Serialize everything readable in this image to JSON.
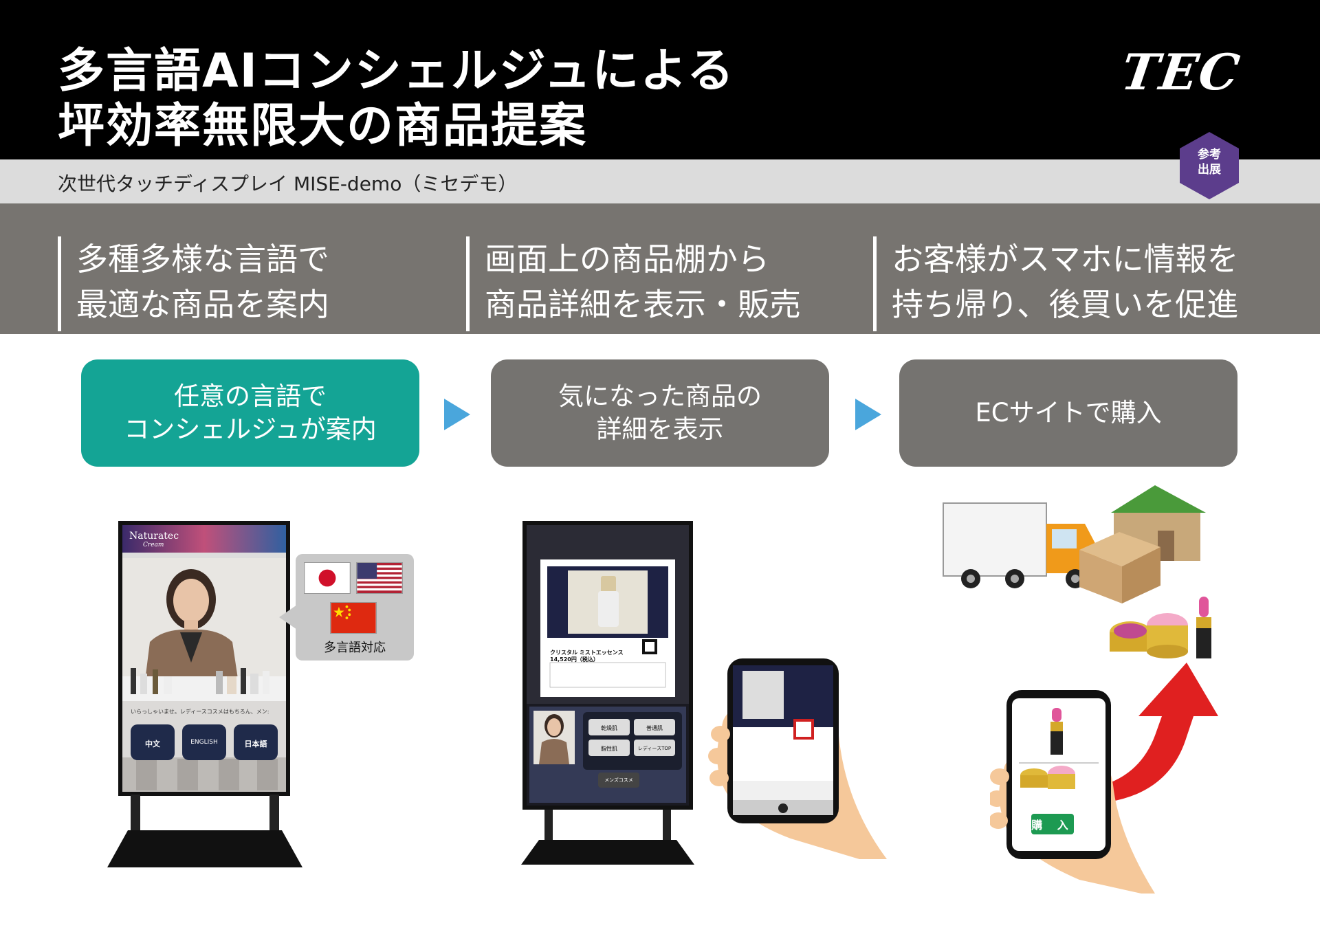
{
  "header": {
    "title_line1": "多言語AIコンシェルジュによる",
    "title_line2": "坪効率無限大の商品提案",
    "logo_text": "TEC",
    "badge_line1": "参考",
    "badge_line2": "出展",
    "subtitle": "次世代タッチディスプレイ MISE-demo（ミセデモ）"
  },
  "features": [
    {
      "line1": "多種多様な言語で",
      "line2": "最適な商品を案内"
    },
    {
      "line1": "画面上の商品棚から",
      "line2": "商品詳細を表示・販売"
    },
    {
      "line1": "お客様がスマホに情報を",
      "line2": "持ち帰り、後買いを促進"
    }
  ],
  "steps": [
    {
      "line1": "任意の言語で",
      "line2": "コンシェルジュが案内"
    },
    {
      "line1": "気になった商品の",
      "line2": "詳細を表示"
    },
    {
      "line1": "ECサイトで購入",
      "line2": ""
    }
  ],
  "kiosk1": {
    "brand": "Naturatec",
    "brand_sub": "Cream",
    "greeting": "いらっしゃいませ。レディースコスメはもちろん、メン:",
    "lang_buttons": [
      "中文",
      "ENGLISH",
      "日本語"
    ]
  },
  "bubble_label": "多言語対応",
  "kiosk2": {
    "product_name": "クリスタル ミストエッセンス",
    "price": "14,520円（税込）",
    "categories": [
      "乾燥肌",
      "普通肌",
      "脂性肌",
      "レディースTOP"
    ],
    "mens_button": "メンズコスメ"
  },
  "phone3": {
    "buy_label": "購 入"
  },
  "colors": {
    "teal": "#14a495",
    "gray": "#757370",
    "arrow": "#4aa6dc",
    "badge": "#5c3d8c"
  }
}
